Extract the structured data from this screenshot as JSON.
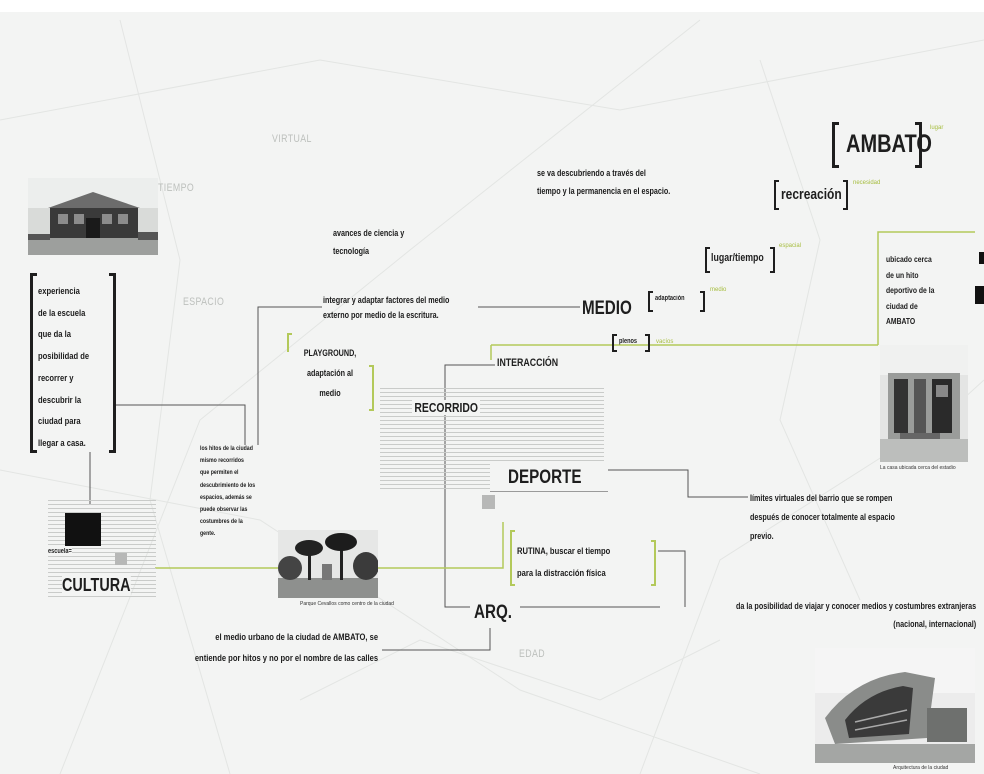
{
  "labels": {
    "virtual": "VIRTUAL",
    "tiempo": "TIEMPO",
    "espacio": "ESPACIO",
    "edad": "EDAD"
  },
  "nodes": {
    "ambato": {
      "title": "AMBATO",
      "tag": "lugar"
    },
    "recreacion": {
      "title": "recreación",
      "tag": "necesidad"
    },
    "lugar_tiempo": {
      "title": "lugar/tiempo",
      "tag": "espacial"
    },
    "medio": {
      "title": "MEDIO",
      "sub": "adaptación",
      "tag": "medio"
    },
    "plenos": {
      "title": "plenos",
      "tag": "vacíos"
    },
    "interaccion": "INTERACCIÓN",
    "recorrido": "RECORRIDO",
    "deporte": "DEPORTE",
    "arq": "ARQ.",
    "escuela": "escuela=",
    "cultura": "CULTURA",
    "playground": [
      "PLAYGROUND,",
      "adaptación al",
      "medio"
    ],
    "rutina": [
      "RUTINA, buscar el tiempo",
      "para la distracción física"
    ]
  },
  "notes": {
    "descubriendo": [
      "se va descubriendo a través del",
      "tiempo y la permanencia en el espacio."
    ],
    "avances": [
      "avances de ciencia y",
      "tecnología"
    ],
    "integrar": [
      "integrar y adaptar factores del medio",
      "externo por medio de la escritura."
    ],
    "experiencia": [
      "experiencia",
      "de la escuela",
      "que da la",
      "posibilidad de",
      "recorrer y",
      "descubrir la",
      "ciudad para",
      "llegar a casa."
    ],
    "hitos": [
      "los hitos de la ciudad",
      "mismo recorridos",
      "que permiten el",
      "descubrimiento de los",
      "espacios, además se",
      "puede observar las",
      "costumbres de la",
      "gente."
    ],
    "limites": [
      "límites virtuales del barrio que se rompen",
      "después de conocer totalmente al espacio",
      "previo."
    ],
    "posibilidad": [
      "da la posibilidad de viajar y conocer medios y costumbres extranjeras",
      "(nacional, internacional)"
    ],
    "medio_urbano": [
      "el medio urbano de la ciudad de AMBATO, se",
      "entiende por hitos y no por el nombre de las calles"
    ],
    "ubicado": [
      "ubicado cerca",
      "de un hito",
      "deportivo de la",
      "ciudad de",
      "AMBATO"
    ]
  },
  "captions": {
    "park": "Parque Cevallos como centro de la ciudad",
    "stadium": "La casa ubicada cerca del estadio",
    "building": "Arquitectura de la ciudad"
  },
  "colors": {
    "accent_green": "#b3c95a",
    "line_dark": "#555555",
    "background": "#f3f4f3"
  }
}
